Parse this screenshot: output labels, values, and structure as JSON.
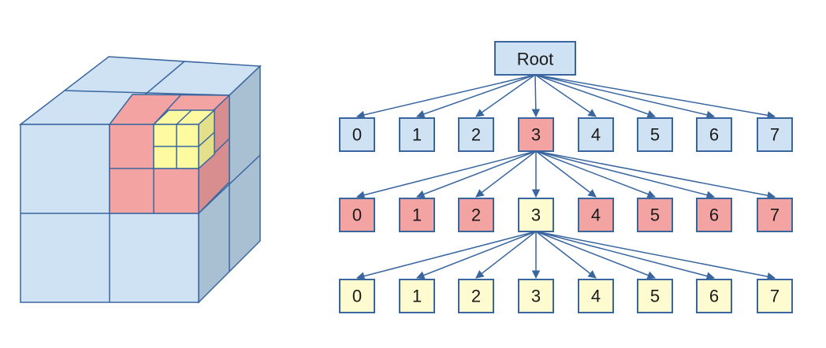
{
  "colors": {
    "blue_fill": "#cfe2f3",
    "blue_side": "#a9bfd2",
    "red_fill": "#f4a3a3",
    "red_side": "#d88e8e",
    "yellow_fill": "#fdfaa0",
    "yellow_side": "#e4e08a",
    "pale_yellow": "#fffbd0",
    "stroke": "#3a66a0"
  },
  "tree": {
    "root_label": "Root",
    "levels": [
      {
        "labels": [
          "0",
          "1",
          "2",
          "3",
          "4",
          "5",
          "6",
          "7"
        ],
        "color": "blue",
        "expanded": 3
      },
      {
        "labels": [
          "0",
          "1",
          "2",
          "3",
          "4",
          "5",
          "6",
          "7"
        ],
        "color": "red",
        "expanded": 3
      },
      {
        "labels": [
          "0",
          "1",
          "2",
          "3",
          "4",
          "5",
          "6",
          "7"
        ],
        "color": "pale_yellow",
        "expanded": null
      }
    ]
  }
}
